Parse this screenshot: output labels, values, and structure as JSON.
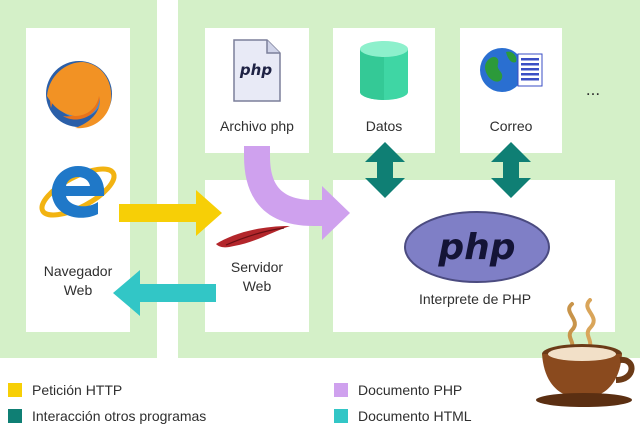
{
  "nodes": {
    "browser": {
      "label_line1": "Navegador",
      "label_line2": "Web"
    },
    "server": {
      "label_line1": "Servidor",
      "label_line2": "Web"
    },
    "php_file": {
      "label": "Archivo php",
      "icon_text": "php"
    },
    "database": {
      "label": "Datos"
    },
    "mail": {
      "label": "Correo"
    },
    "more": {
      "label": "..."
    },
    "interpreter": {
      "label": "Interprete de PHP",
      "logo_text": "php"
    }
  },
  "legend": [
    {
      "label": "Petición HTTP",
      "color": "#f7cf06"
    },
    {
      "label": "Interacción otros programas",
      "color": "#0f7f74"
    },
    {
      "label": "Documento PHP",
      "color": "#cfa1ee"
    },
    {
      "label": "Documento HTML",
      "color": "#32c6c6"
    }
  ],
  "colors": {
    "panel_background": "#d4f0c8",
    "http_request_arrow": "#f7cf06",
    "program_interaction_arrow": "#0f7f74",
    "php_document_arrow": "#cfa1ee",
    "html_document_arrow": "#32c6c6"
  },
  "icons": [
    "firefox-icon",
    "internet-explorer-icon",
    "php-file-icon",
    "database-icon",
    "globe-document-icon",
    "apache-feather-icon",
    "php-logo",
    "coffee-cup-icon"
  ]
}
